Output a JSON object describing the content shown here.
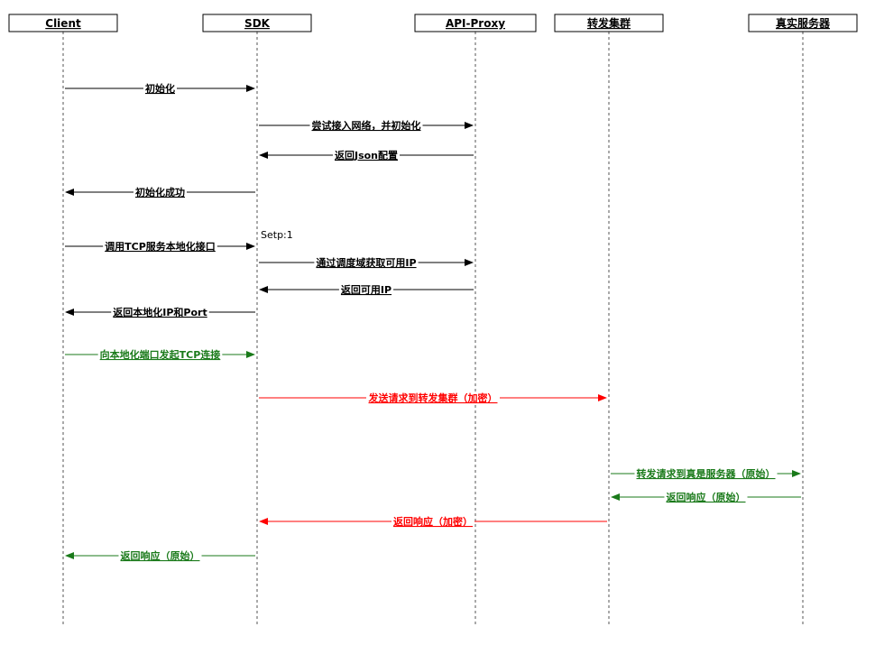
{
  "colors": {
    "black": "#000000",
    "red": "#ff0000",
    "green": "#1a7a1a"
  },
  "participants": [
    {
      "id": "client",
      "label": "Client"
    },
    {
      "id": "sdk",
      "label": "SDK"
    },
    {
      "id": "api_proxy",
      "label": "API-Proxy"
    },
    {
      "id": "forward_cluster",
      "label": "转发集群"
    },
    {
      "id": "real_server",
      "label": "真实服务器"
    }
  ],
  "note": {
    "text": "Setp:1"
  },
  "messages": [
    {
      "label": "初始化",
      "from": "client",
      "to": "sdk",
      "color": "black"
    },
    {
      "label": "尝试接入网络，并初始化",
      "from": "sdk",
      "to": "api_proxy",
      "color": "black"
    },
    {
      "label": "返回Json配置",
      "from": "api_proxy",
      "to": "sdk",
      "color": "black"
    },
    {
      "label": "初始化成功",
      "from": "sdk",
      "to": "client",
      "color": "black"
    },
    {
      "label": "调用TCP服务本地化接口",
      "from": "client",
      "to": "sdk",
      "color": "black"
    },
    {
      "label": "通过调度域获取可用IP",
      "from": "sdk",
      "to": "api_proxy",
      "color": "black"
    },
    {
      "label": "返回可用IP",
      "from": "api_proxy",
      "to": "sdk",
      "color": "black"
    },
    {
      "label": "返回本地化IP和Port",
      "from": "sdk",
      "to": "client",
      "color": "black"
    },
    {
      "label": "向本地化端口发起TCP连接",
      "from": "client",
      "to": "sdk",
      "color": "green"
    },
    {
      "label": "发送请求到转发集群（加密）",
      "from": "sdk",
      "to": "forward_cluster",
      "color": "red"
    },
    {
      "label": "转发请求到真是服务器（原始）",
      "from": "forward_cluster",
      "to": "real_server",
      "color": "green"
    },
    {
      "label": "返回响应（原始）",
      "from": "real_server",
      "to": "forward_cluster",
      "color": "green"
    },
    {
      "label": "返回响应（加密）",
      "from": "forward_cluster",
      "to": "sdk",
      "color": "red"
    },
    {
      "label": "返回响应（原始）",
      "from": "sdk",
      "to": "client",
      "color": "green"
    }
  ]
}
